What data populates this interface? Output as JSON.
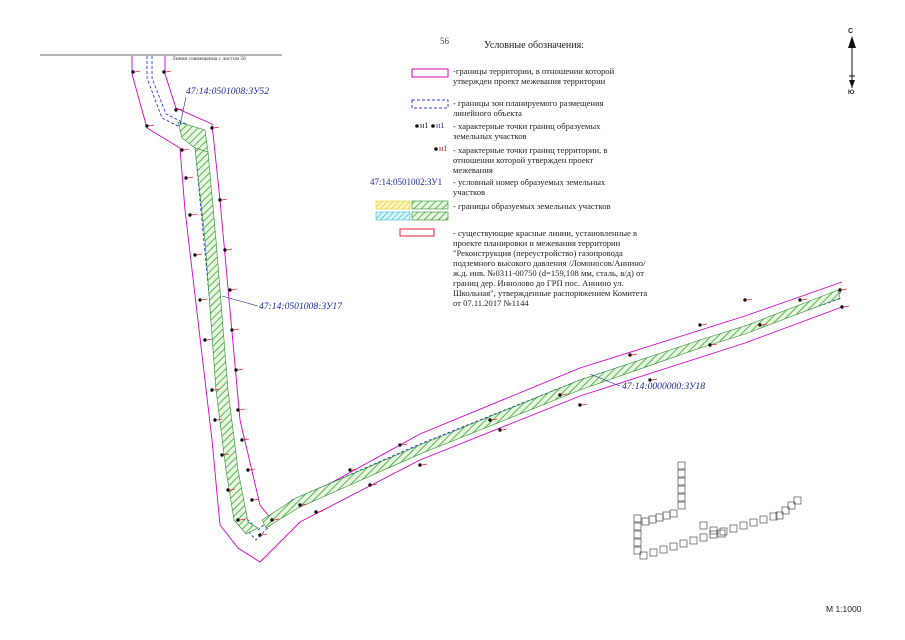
{
  "header": {
    "page_number": "56",
    "legend_title": "Условные обозначения:",
    "sheet_connection": "Линия совмещения с листом 56"
  },
  "legend": {
    "territory_boundary": "-границы территории, в отношении которой утвержден проект межевания территории",
    "zone_boundary": "- границы зон планируемого размещения линейного объекта",
    "parcel_points_marker_a": "н1",
    "parcel_points_marker_b": "н1",
    "parcel_points": "- характерные точки границ  образуемых земельных участков",
    "territory_points_marker": "н1",
    "territory_points": "-  характерные точки границ территории, в отношении которой утвержден проект межевания",
    "parcel_number_sample": "47:14:0501002:ЗУ1",
    "parcel_number": "- условный номер образуемых земельных участков",
    "parcel_boundaries": "- границы образуемых земельных участков",
    "red_lines": "- существующие красные линии, установленные в проекте планировки и межевания территории \"Реконструкция (переустройство) газопровода подземного высокого давления /Ломоносов/Аннино/ ж.д. инв. №0311-00750 (d=159,108 мм, сталь, в/д) от границ дер. Иннолово до ГРП пос. Аннино ул. Школьная\", утвержденные распоряжением Комитета от 07.11.2017 №1144"
  },
  "map_labels": {
    "parcel_52": "47:14:0501008:ЗУ52",
    "parcel_17": "47:14:0501008:ЗУ17",
    "parcel_18": "47:14:0000000:ЗУ18"
  },
  "north_arrow": {
    "top": "С",
    "bottom": "Ю"
  },
  "scale": "М 1:1000",
  "colors": {
    "territory": "#d400c8",
    "zone": "#2a3cd8",
    "parcel_hatch": "#3aa63a",
    "red_line": "#e0203a",
    "hatch_yellow": "#f0e050",
    "hatch_cyan": "#40c8d8",
    "label": "#1a2a9c"
  }
}
